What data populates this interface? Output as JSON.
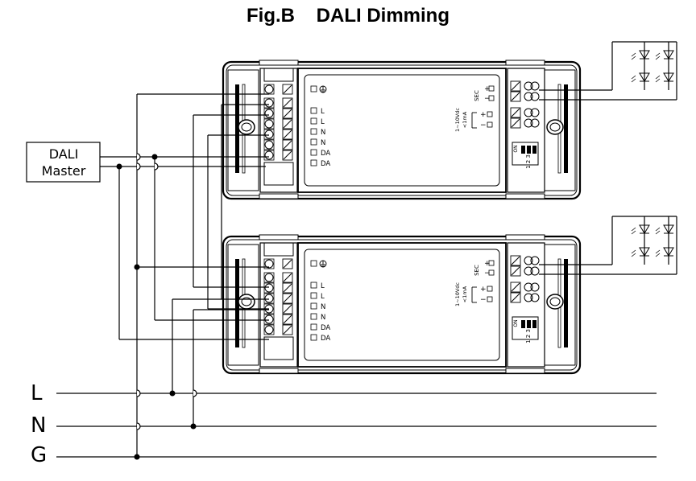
{
  "title": "Fig.B    DALI Dimming",
  "master": {
    "line1": "DALI",
    "line2": "Master"
  },
  "mains": [
    {
      "id": "L",
      "label": "L"
    },
    {
      "id": "N",
      "label": "N"
    },
    {
      "id": "G",
      "label": "G"
    }
  ],
  "drivers": [
    {
      "name": "driver-top",
      "input_terminals": [
        "",
        "L",
        "L",
        "N",
        "N",
        "DA",
        "DA"
      ],
      "output_terminals": {
        "sec": "SEC",
        "signal": "1~10Vdc",
        "current": "<1mA",
        "plus": "+",
        "minus": "−"
      },
      "dip_switch": {
        "on_label": "ON",
        "numbers": "1 2 3"
      }
    },
    {
      "name": "driver-bottom",
      "input_terminals": [
        "",
        "L",
        "L",
        "N",
        "N",
        "DA",
        "DA"
      ],
      "output_terminals": {
        "sec": "SEC",
        "signal": "1~10Vdc",
        "current": "<1mA",
        "plus": "+",
        "minus": "−"
      },
      "dip_switch": {
        "on_label": "ON",
        "numbers": "1 2 3"
      }
    }
  ],
  "icons": {
    "earth": "earth-ground-icon",
    "led": "led-icon"
  }
}
